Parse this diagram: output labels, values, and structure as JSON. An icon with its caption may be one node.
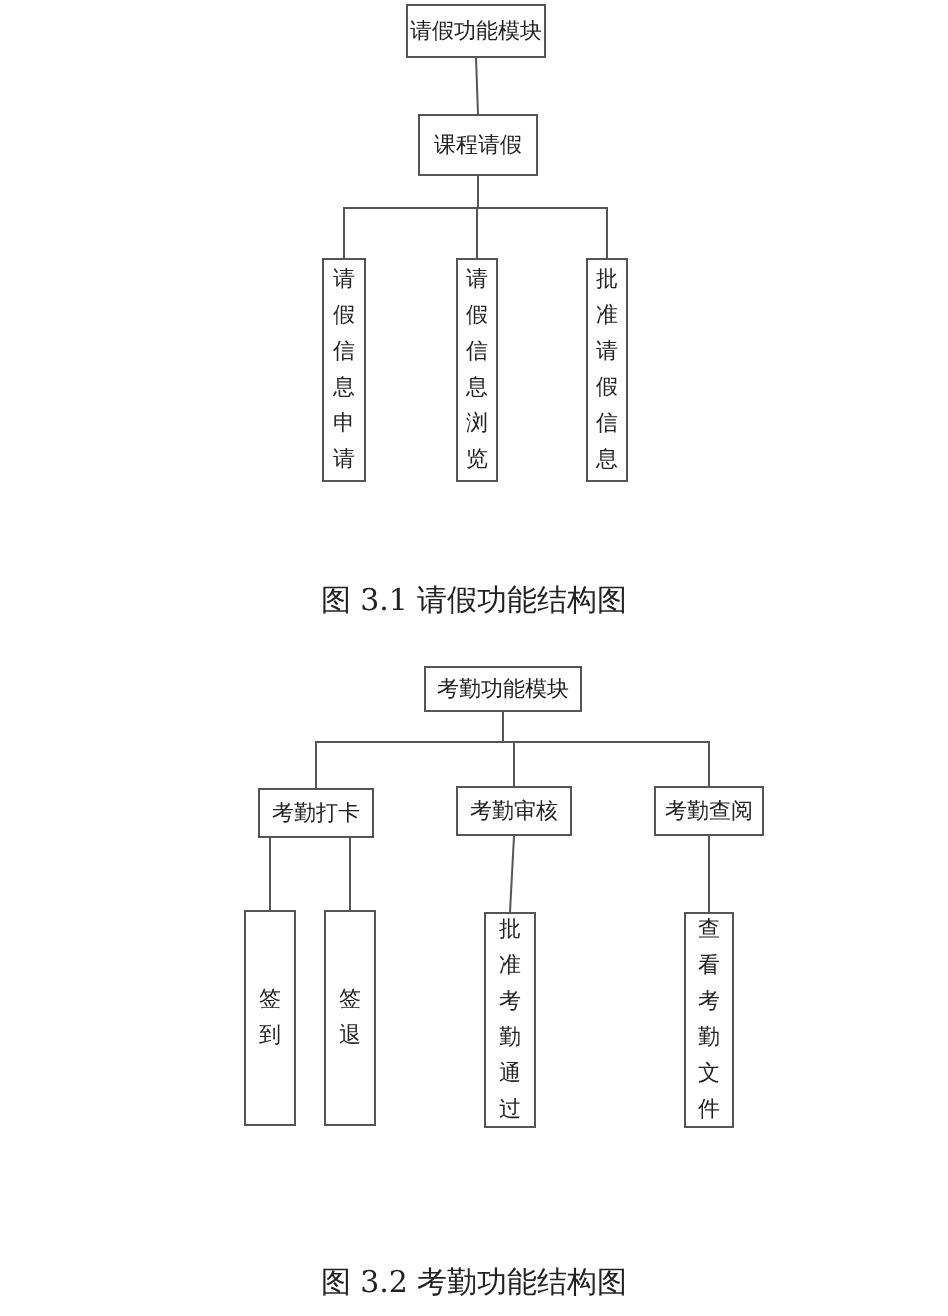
{
  "diagram": {
    "nodes": [
      {
        "text": [
          "请假功能模块"
        ]
      },
      {
        "text": [
          "课程请假"
        ]
      },
      {
        "text": [
          "请假信息申请"
        ]
      },
      {
        "text": [
          "请假信息浏览"
        ]
      },
      {
        "text": [
          "批准请假信息"
        ]
      },
      {
        "text": [
          "考勤功能模块"
        ]
      },
      {
        "text": [
          "考勤打卡"
        ]
      },
      {
        "text": [
          "考勤审核"
        ]
      },
      {
        "text": [
          "考勤查阅"
        ]
      },
      {
        "text": [
          "签到"
        ]
      },
      {
        "text": [
          "签退"
        ]
      },
      {
        "text": [
          "批准考勤通过"
        ]
      },
      {
        "text": [
          "查看考勤文件"
        ]
      }
    ],
    "edges": [
      {
        "from": 0,
        "to": 1,
        "arrow": "none"
      },
      {
        "from": 1,
        "to": 2,
        "arrow": "none"
      },
      {
        "from": 1,
        "to": 3,
        "arrow": "none"
      },
      {
        "from": 1,
        "to": 4,
        "arrow": "none"
      },
      {
        "from": 5,
        "to": 6,
        "arrow": "none"
      },
      {
        "from": 5,
        "to": 7,
        "arrow": "none"
      },
      {
        "from": 5,
        "to": 8,
        "arrow": "none"
      },
      {
        "from": 6,
        "to": 9,
        "arrow": "none"
      },
      {
        "from": 6,
        "to": 10,
        "arrow": "none"
      },
      {
        "from": 7,
        "to": 11,
        "arrow": "none"
      },
      {
        "from": 8,
        "to": 12,
        "arrow": "none"
      }
    ],
    "labels": [
      "图 3.1  请假功能结构图",
      "图 3.2  考勤功能结构图"
    ]
  }
}
